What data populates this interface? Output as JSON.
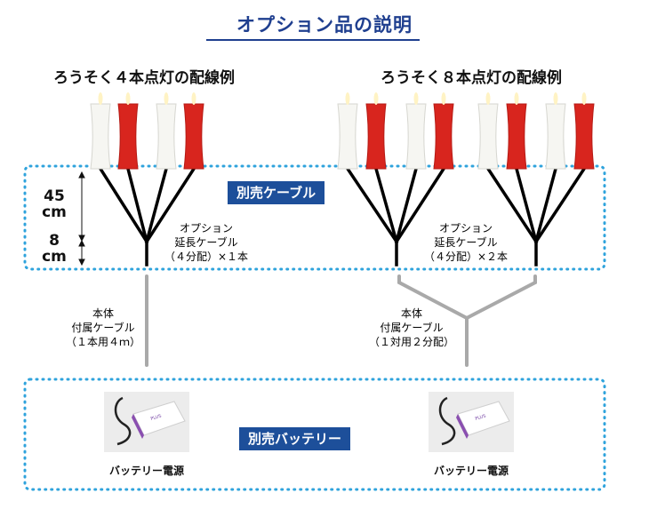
{
  "title": "オプション品の説明",
  "sections": {
    "left_title": "ろうそく４本点灯の配線例",
    "right_title": "ろうそく８本点灯の配線例"
  },
  "badges": {
    "cable": "別売ケーブル",
    "battery": "別売バッテリー"
  },
  "dimensions": {
    "upper_value": "45",
    "upper_unit": "cm",
    "lower_value": "8",
    "lower_unit": "cm"
  },
  "option_cable_left": [
    "オプション",
    "延長ケーブル",
    "（４分配）×１本"
  ],
  "option_cable_right": [
    "オプション",
    "延長ケーブル",
    "（４分配）×２本"
  ],
  "main_cable_left": [
    "本体",
    "付属ケーブル",
    "（１本用４ｍ）"
  ],
  "main_cable_right": [
    "本体",
    "付属ケーブル",
    "（１対用２分配）"
  ],
  "battery_label": "バッテリー電源",
  "battery_brand": "PLUS",
  "candle_pattern": [
    "white",
    "red",
    "white",
    "red"
  ],
  "colors": {
    "title_blue": "#1f3f8f",
    "badge_blue": "#1d4f9a",
    "dotted_border": "#2fa3dc",
    "candle_red": "#d8251e",
    "candle_white": "#f6f6f2",
    "wire_black": "#000000",
    "main_cable_gray": "#a9a9a9"
  }
}
